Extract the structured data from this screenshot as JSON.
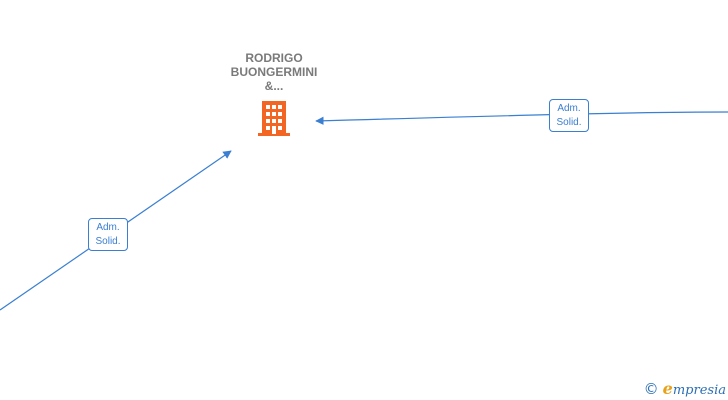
{
  "company": {
    "name_lines": [
      "RODRIGO",
      "BUONGERMINI",
      "&..."
    ],
    "icon": "building-icon",
    "icon_color": "#f26522"
  },
  "edges": [
    {
      "id": "right",
      "label_line1": "Adm.",
      "label_line2": "Solid."
    },
    {
      "id": "left",
      "label_line1": "Adm.",
      "label_line2": "Solid."
    }
  ],
  "colors": {
    "edge": "#3a7fd1",
    "label_text": "#7a7a7a"
  },
  "watermark": {
    "symbol": "©",
    "brand_first": "e",
    "brand_rest": "mpresia"
  }
}
